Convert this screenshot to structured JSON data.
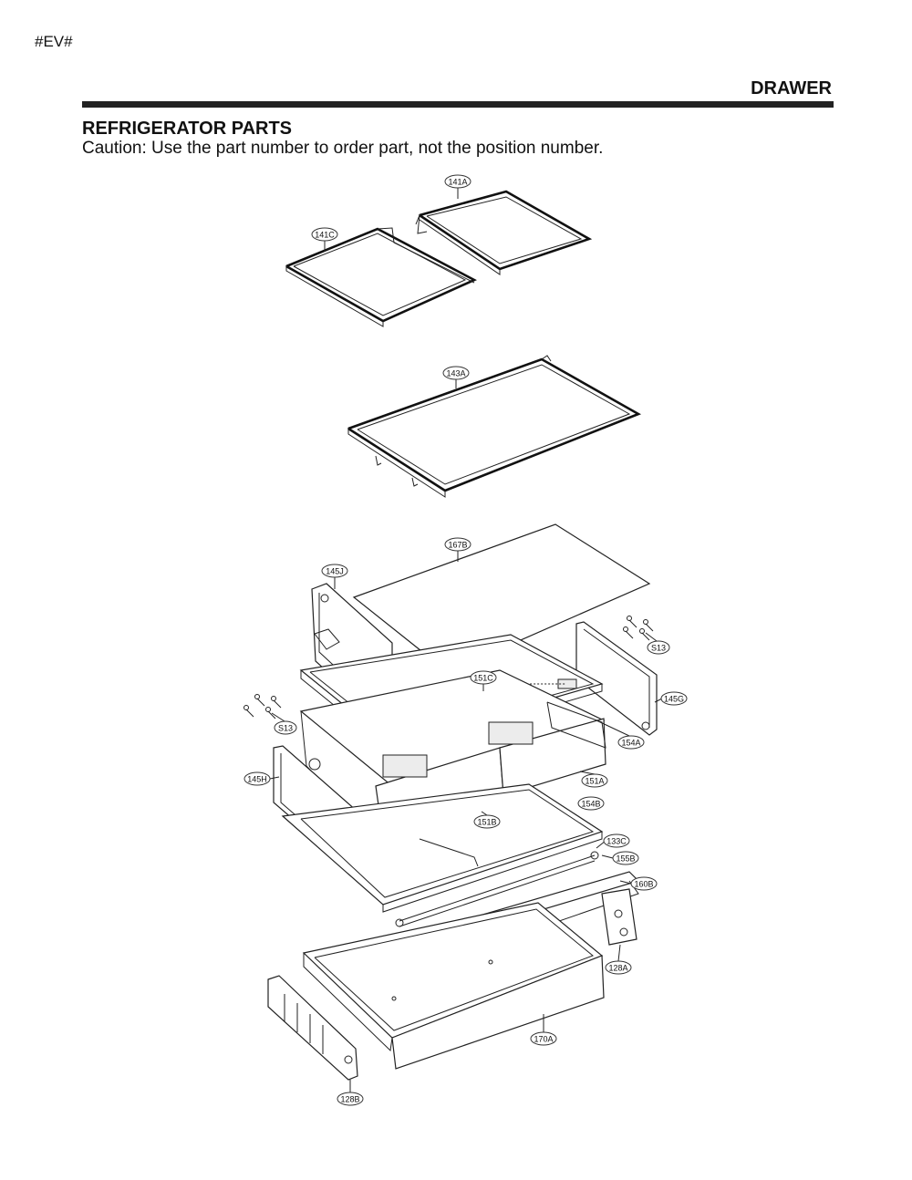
{
  "header": {
    "code": "#EV#",
    "section": "DRAWER"
  },
  "title": "REFRIGERATOR PARTS",
  "caution": "Caution: Use the part number to order part, not the position number.",
  "labels": {
    "l141A": "141A",
    "l141C": "141C",
    "l143A": "143A",
    "l167B": "167B",
    "l145J": "145J",
    "lS13a": "S13",
    "lS13b": "S13",
    "l151C": "151C",
    "l145G": "145G",
    "l154A": "154A",
    "l145H": "145H",
    "l151A": "151A",
    "l154B": "154B",
    "l151B": "151B",
    "l133C": "133C",
    "l155B": "155B",
    "l160B": "160B",
    "l128A": "128A",
    "l170A": "170A",
    "l128B": "128B"
  }
}
